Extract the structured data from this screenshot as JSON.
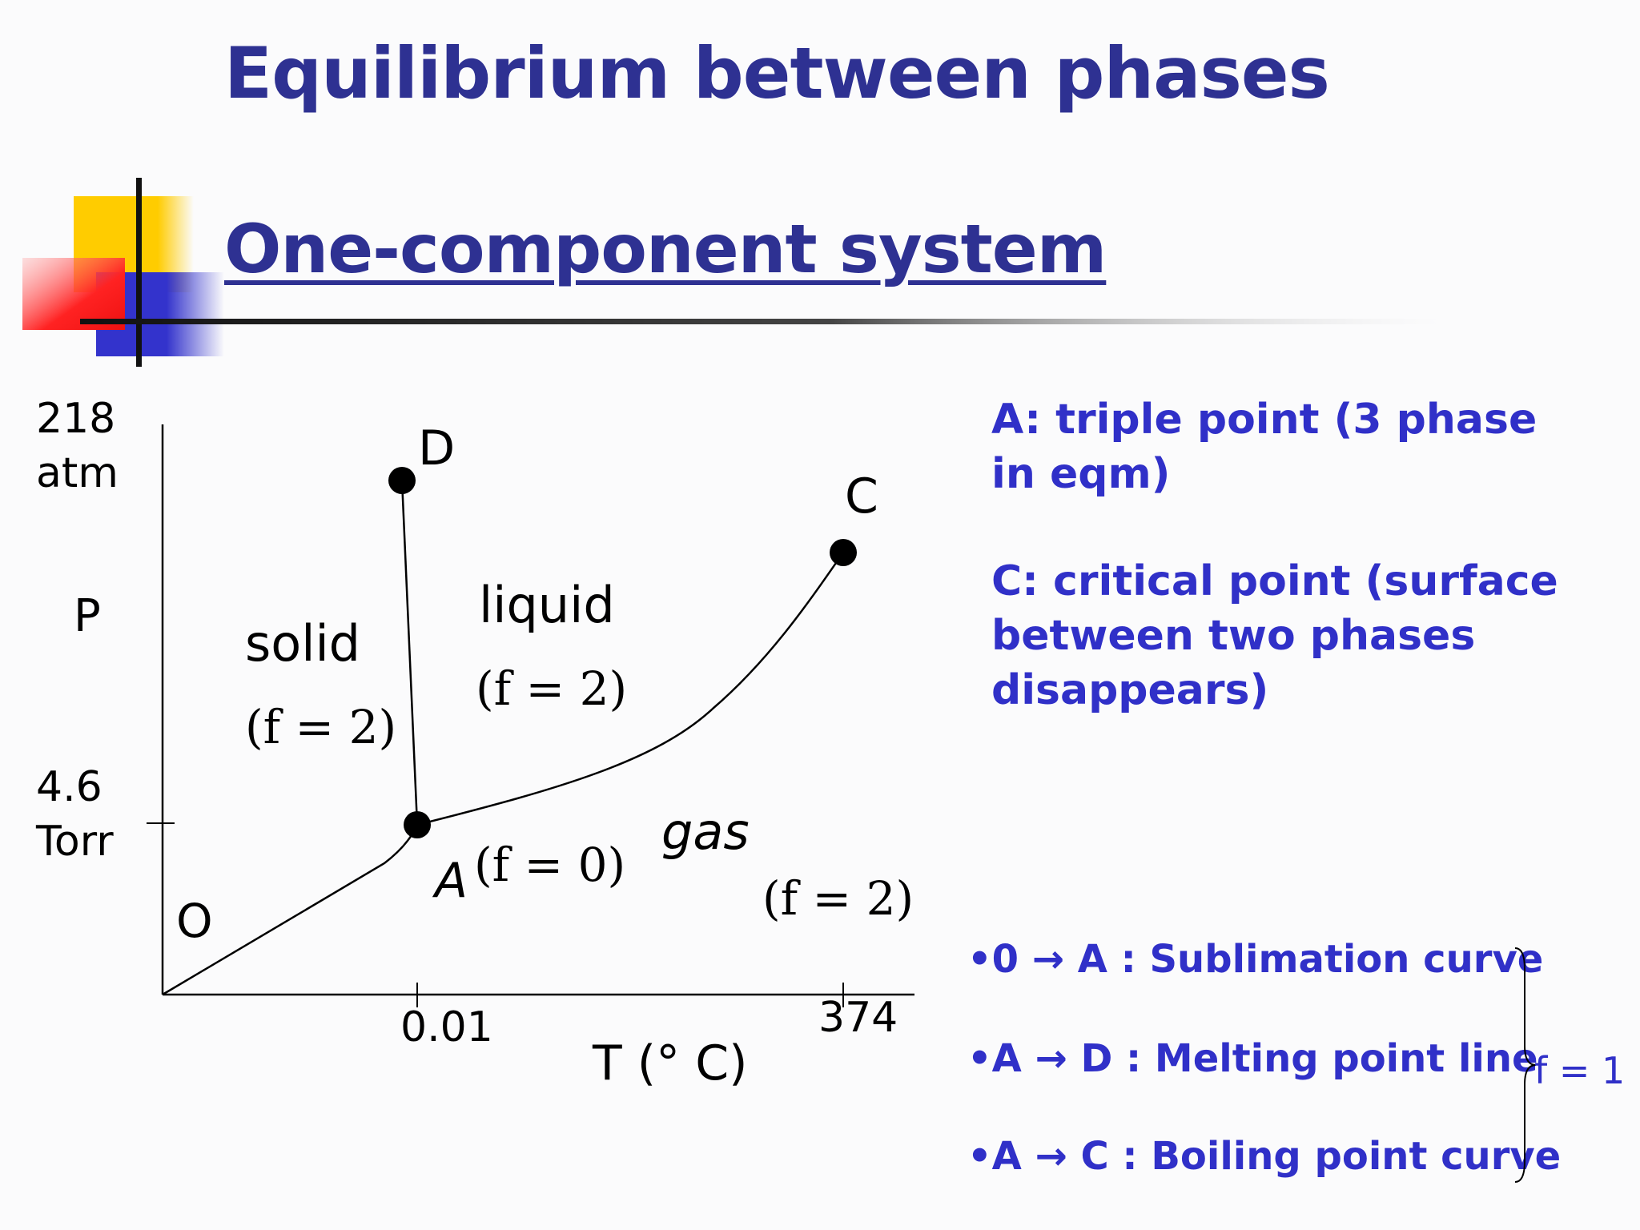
{
  "title": "Equilibrium between phases",
  "subtitle": "One-component system",
  "diagram": {
    "y_ticks": {
      "top_value": "218",
      "top_unit": "atm",
      "mid_value": "4.6",
      "mid_unit": "Torr"
    },
    "y_axis_label": "P",
    "x_ticks": [
      "0.01",
      "374"
    ],
    "x_axis_label": "T (° C)",
    "origin_label": "O",
    "points": {
      "D": "D",
      "C": "C",
      "A": "A"
    },
    "regions": {
      "solid": "solid",
      "solid_f": "(f = 2)",
      "liquid": "liquid",
      "liquid_f": "(f = 2)",
      "gas": "gas",
      "gas_f": "(f = 2)",
      "triple_f": "(f = 0)"
    }
  },
  "notes": {
    "triple": "A: triple point  (3 phase in eqm)",
    "critical": "C: critical point (surface between two phases disappears)"
  },
  "bullets": [
    "•0 → A : Sublimation curve",
    "•A → D : Melting point line",
    "•A → C : Boiling point curve"
  ],
  "brace_label": "f = 1",
  "colors": {
    "title": "#2e3192",
    "notes": "#3030c8",
    "deco_yellow": "#ffcc00",
    "deco_red": "#ff3333",
    "deco_blue": "#3333cc"
  }
}
